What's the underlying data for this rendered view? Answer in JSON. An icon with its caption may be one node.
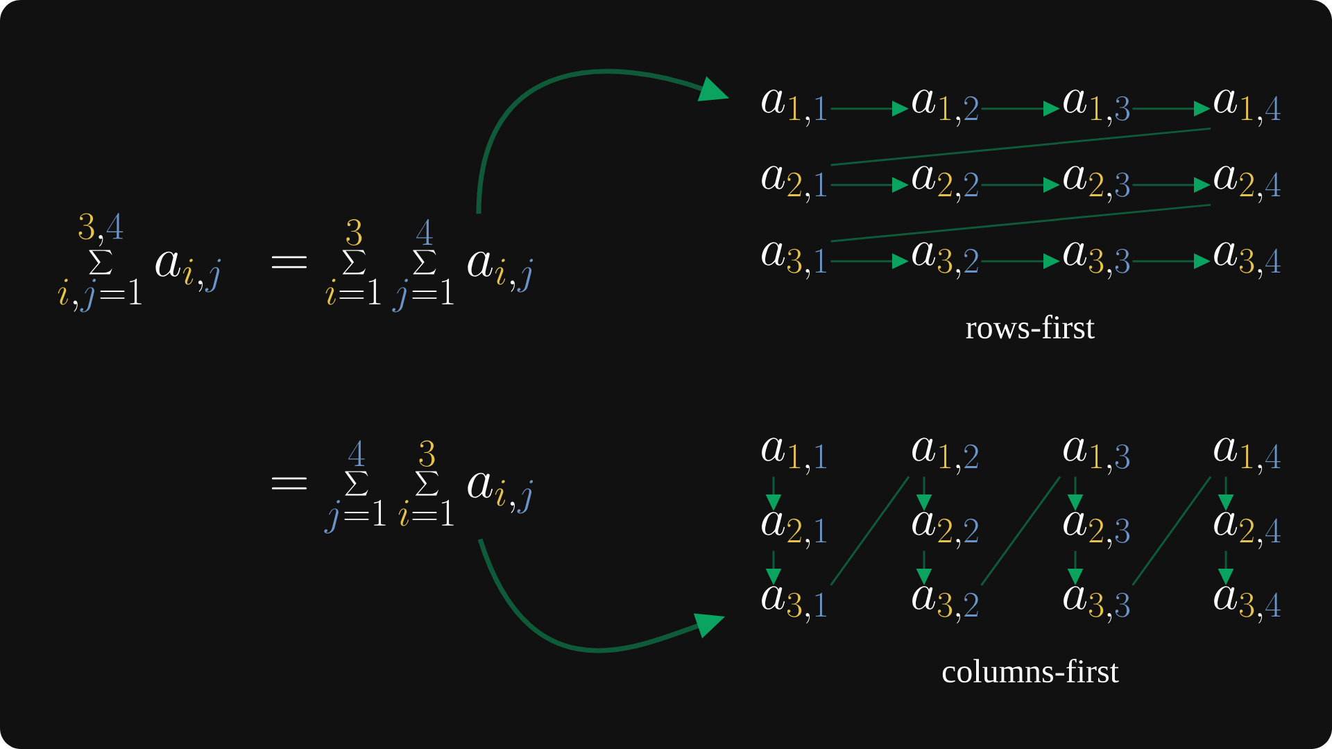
{
  "diagram": {
    "nodes": [
      {
        "text": [
          "= \\sum_{\\textcolor[HTML]{E8C34A}{i}=1}^{\\textcolor[HTML]{E8C34A}{3}}\\sum_{\\textcolor[HTML]{6B95C8}{j}=1}^{\\textcolor[HTML]{6B95C8}{4}} a_{\\textcolor[HTML]{E8C34A}{i},\\textcolor[HTML]{6B95C8}{j}}"
        ]
      },
      {
        "text": [
          "= \\sum_{\\textcolor[HTML]{6B95C8}{j}=1}^{\\textcolor[HTML]{6B95C8}{4}}\\sum_{\\textcolor[HTML]{E8C34A}{i}=1}^{\\textcolor[HTML]{E8C34A}{3}} a_{\\textcolor[HTML]{E8C34A}{i},\\textcolor[HTML]{6B95C8}{j}}"
        ]
      },
      {
        "text": [
          "a_{\\textcolor[HTML]{E8C34A}{1},\\textcolor[HTML]{6B95C8}{1}}"
        ]
      },
      {
        "text": [
          "a_{\\textcolor[HTML]{E8C34A}{1},\\textcolor[HTML]{6B95C8}{2}}"
        ]
      },
      {
        "text": [
          "a_{\\textcolor[HTML]{E8C34A}{1},\\textcolor[HTML]{6B95C8}{3}}"
        ]
      },
      {
        "text": [
          "a_{\\textcolor[HTML]{E8C34A}{1},\\textcolor[HTML]{6B95C8}{4}}"
        ]
      },
      {
        "text": [
          "a_{\\textcolor[HTML]{E8C34A}{2},\\textcolor[HTML]{6B95C8}{1}}"
        ]
      },
      {
        "text": [
          "a_{\\textcolor[HTML]{E8C34A}{2},\\textcolor[HTML]{6B95C8}{2}}"
        ]
      },
      {
        "text": [
          "a_{\\textcolor[HTML]{E8C34A}{2},\\textcolor[HTML]{6B95C8}{3}}"
        ]
      },
      {
        "text": [
          "a_{\\textcolor[HTML]{E8C34A}{2},\\textcolor[HTML]{6B95C8}{4}}"
        ]
      },
      {
        "text": [
          "a_{\\textcolor[HTML]{E8C34A}{3},\\textcolor[HTML]{6B95C8}{1}}"
        ]
      },
      {
        "text": [
          "a_{\\textcolor[HTML]{E8C34A}{3},\\textcolor[HTML]{6B95C8}{2}}"
        ]
      },
      {
        "text": [
          "a_{\\textcolor[HTML]{E8C34A}{3},\\textcolor[HTML]{6B95C8}{3}}"
        ]
      },
      {
        "text": [
          "a_{\\textcolor[HTML]{E8C34A}{3},\\textcolor[HTML]{6B95C8}{4}}"
        ]
      },
      {
        "text": [
          "a_{\\textcolor[HTML]{E8C34A}{1},\\textcolor[HTML]{6B95C8}{1}}"
        ]
      },
      {
        "text": [
          "a_{\\textcolor[HTML]{E8C34A}{1},\\textcolor[HTML]{6B95C8}{2}}"
        ]
      },
      {
        "text": [
          "a_{\\textcolor[HTML]{E8C34A}{1},\\textcolor[HTML]{6B95C8}{3}}"
        ]
      },
      {
        "text": [
          "a_{\\textcolor[HTML]{E8C34A}{1},\\textcolor[HTML]{6B95C8}{4}}"
        ]
      },
      {
        "text": [
          "a_{\\textcolor[HTML]{E8C34A}{2},\\textcolor[HTML]{6B95C8}{1}}"
        ]
      },
      {
        "text": [
          "a_{\\textcolor[HTML]{E8C34A}{2},\\textcolor[HTML]{6B95C8}{2}}"
        ]
      },
      {
        "text": [
          "a_{\\textcolor[HTML]{E8C34A}{2},\\textcolor[HTML]{6B95C8}{3}}"
        ]
      },
      {
        "text": [
          "a_{\\textcolor[HTML]{E8C34A}{2},\\textcolor[HTML]{6B95C8}{4}}"
        ]
      },
      {
        "text": [
          "a_{\\textcolor[HTML]{E8C34A}{3},\\textcolor[HTML]{6B95C8}{1}}"
        ]
      },
      {
        "text": [
          "a_{\\textcolor[HTML]{E8C34A}{3},\\textcolor[HTML]{6B95C8}{2}}"
        ]
      },
      {
        "text": [
          "a_{\\textcolor[HTML]{E8C34A}{3},\\textcolor[HTML]{6B95C8}{3}}"
        ]
      },
      {
        "text": [
          "a_{\\textcolor[HTML]{E8C34A}{3},\\textcolor[HTML]{6B95C8}{4}}"
        ]
      }
    ],
    "edges": [
      {
        "from": 0,
        "to": 2,
        "arrow": "to",
        "style": "thick"
      },
      {
        "from": 1,
        "to": 22,
        "arrow": "to",
        "style": "thick"
      },
      {
        "from": 2,
        "to": 3,
        "arrow": "to"
      },
      {
        "from": 3,
        "to": 4,
        "arrow": "to"
      },
      {
        "from": 4,
        "to": 5,
        "arrow": "to"
      },
      {
        "from": 5,
        "to": 6,
        "arrow": "none"
      },
      {
        "from": 6,
        "to": 7,
        "arrow": "to"
      },
      {
        "from": 7,
        "to": 8,
        "arrow": "to"
      },
      {
        "from": 8,
        "to": 9,
        "arrow": "to"
      },
      {
        "from": 9,
        "to": 10,
        "arrow": "none"
      },
      {
        "from": 10,
        "to": 11,
        "arrow": "to"
      },
      {
        "from": 11,
        "to": 12,
        "arrow": "to"
      },
      {
        "from": 12,
        "to": 13,
        "arrow": "to"
      },
      {
        "from": 14,
        "to": 18,
        "arrow": "to"
      },
      {
        "from": 18,
        "to": 22,
        "arrow": "to"
      },
      {
        "from": 22,
        "to": 15,
        "arrow": "none"
      },
      {
        "from": 15,
        "to": 19,
        "arrow": "to"
      },
      {
        "from": 19,
        "to": 23,
        "arrow": "to"
      },
      {
        "from": 23,
        "to": 16,
        "arrow": "none"
      },
      {
        "from": 16,
        "to": 20,
        "arrow": "to"
      },
      {
        "from": 20,
        "to": 24,
        "arrow": "to"
      },
      {
        "from": 24,
        "to": 17,
        "arrow": "none"
      },
      {
        "from": 17,
        "to": 21,
        "arrow": "to"
      },
      {
        "from": 21,
        "to": 25,
        "arrow": "to"
      }
    ],
    "labels": [
      "\\sum_{\\textcolor[HTML]{E8C34A}{i},\\textcolor[HTML]{6B95C8}{j}=1}^{\\textcolor[HTML]{E8C34A}{3},\\textcolor[HTML]{6B95C8}{4}} a_{\\textcolor[HTML]{E8C34A}{i},\\textcolor[HTML]{6B95C8}{j}}",
      "rows-first",
      "columns-first"
    ]
  }
}
